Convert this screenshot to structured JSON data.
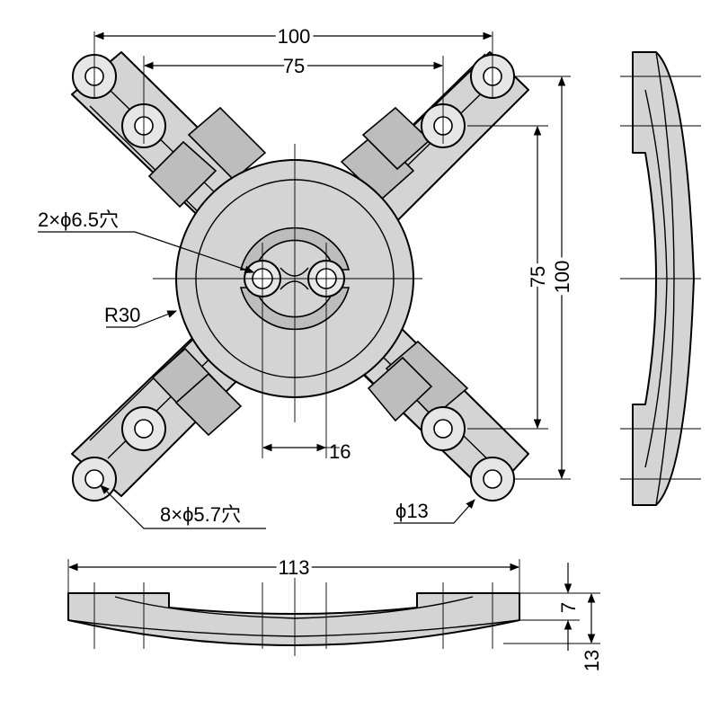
{
  "dimensions": {
    "top_outer_spacing": "100",
    "top_inner_spacing": "75",
    "right_inner_spacing": "75",
    "right_outer_spacing": "100",
    "center_hole_spacing": "16",
    "width_total": "113",
    "thickness_flange": "7",
    "thickness_total": "13"
  },
  "callouts": {
    "center_holes": "2×ϕ6.5穴",
    "mount_holes": "8×ϕ5.7穴",
    "radius": "R30",
    "boss_diameter": "ϕ13"
  },
  "colors": {
    "part_fill": "#d4d4d4",
    "line": "#000000"
  }
}
